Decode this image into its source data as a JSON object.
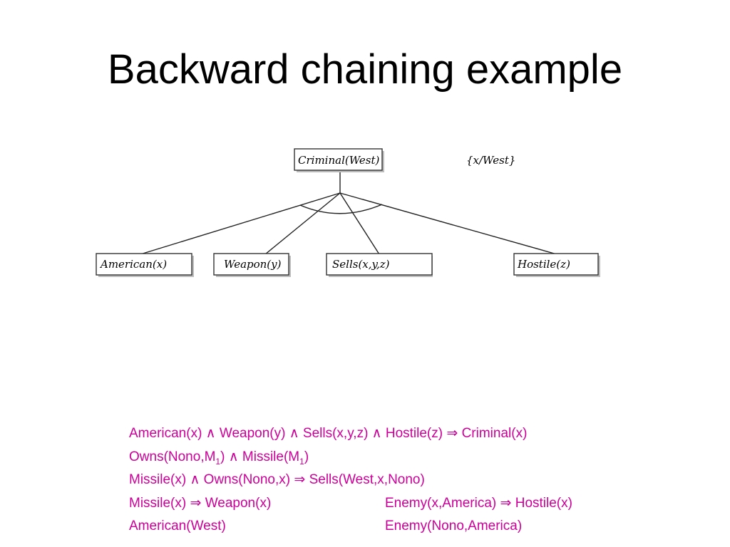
{
  "slide": {
    "title": "Backward chaining example"
  },
  "diagram": {
    "root": {
      "label": "Criminal(West)"
    },
    "substitution": "{x/West}",
    "children": [
      {
        "label": "American(x)"
      },
      {
        "label": "Weapon(y)"
      },
      {
        "label": "Sells(x,y,z)"
      },
      {
        "label": "Hostile(z)"
      }
    ]
  },
  "rules": {
    "color": "#cc0099",
    "line1": "American(x) ∧ Weapon(y) ∧ Sells(x,y,z) ∧ Hostile(z) ⇒ Criminal(x)",
    "line2": {
      "part1": "Owns(Nono,M",
      "sub1": "1",
      "part2": ") ∧ Missile(M",
      "sub2": "1",
      "part3": ")"
    },
    "line3": "Missile(x) ∧ Owns(Nono,x) ⇒ Sells(West,x,Nono)",
    "line4_left": "Missile(x) ⇒ Weapon(x)",
    "line4_right": "Enemy(x,America) ⇒ Hostile(x)",
    "line5_left": "American(West)",
    "line5_right": "Enemy(Nono,America)"
  }
}
